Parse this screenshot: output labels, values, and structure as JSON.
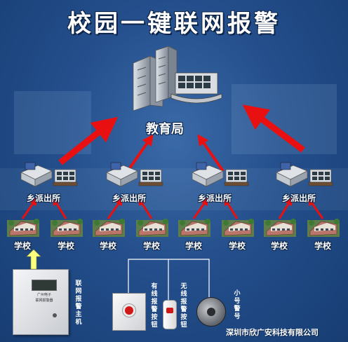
{
  "title": "校园一键联网报警",
  "bureau": {
    "label": "教育局"
  },
  "stations": [
    {
      "label": "乡派出所"
    },
    {
      "label": "乡派出所"
    },
    {
      "label": "乡派出所"
    },
    {
      "label": "乡派出所"
    }
  ],
  "schools": [
    {
      "label": "学校"
    },
    {
      "label": "学校"
    },
    {
      "label": "学校"
    },
    {
      "label": "学校"
    },
    {
      "label": "学校"
    },
    {
      "label": "学校"
    },
    {
      "label": "学校"
    },
    {
      "label": "学校"
    }
  ],
  "devices": {
    "host": {
      "label": "联网报警主机",
      "screen_text": "广州电子",
      "screen_text2": "联网报警器"
    },
    "wired_button": {
      "label": "有线报警按钮"
    },
    "wireless_button": {
      "label": "无线报警按钮"
    },
    "speaker": {
      "label": "小号警号"
    }
  },
  "footer": "深圳市欣广安科技有限公司",
  "colors": {
    "background": "#244f8c",
    "arrow": "#e81010",
    "connector": "#ffffff",
    "upload_arrow": "#ffff80"
  }
}
